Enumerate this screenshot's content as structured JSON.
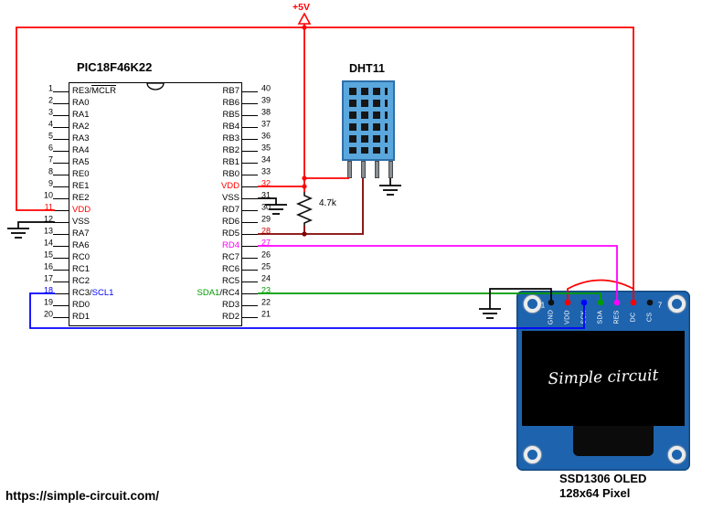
{
  "site": {
    "url": "https://simple-circuit.com/"
  },
  "power": {
    "label": "+5V"
  },
  "resistor": {
    "label": "4.7k"
  },
  "ic": {
    "title": "PIC18F46K22",
    "left_pins": [
      {
        "num": "1",
        "label": "RE3/",
        "overline": "MCLR"
      },
      {
        "num": "2",
        "label": "RA0"
      },
      {
        "num": "3",
        "label": "RA1"
      },
      {
        "num": "4",
        "label": "RA2"
      },
      {
        "num": "5",
        "label": "RA3"
      },
      {
        "num": "6",
        "label": "RA4"
      },
      {
        "num": "7",
        "label": "RA5"
      },
      {
        "num": "8",
        "label": "RE0"
      },
      {
        "num": "9",
        "label": "RE1"
      },
      {
        "num": "10",
        "label": "RE2"
      },
      {
        "num": "11",
        "label": "VDD"
      },
      {
        "num": "12",
        "label": "VSS"
      },
      {
        "num": "13",
        "label": "RA7"
      },
      {
        "num": "14",
        "label": "RA6"
      },
      {
        "num": "15",
        "label": "RC0"
      },
      {
        "num": "16",
        "label": "RC1"
      },
      {
        "num": "17",
        "label": "RC2"
      },
      {
        "num": "18",
        "label": "RC3/",
        "accent": "SCL1"
      },
      {
        "num": "19",
        "label": "RD0"
      },
      {
        "num": "20",
        "label": "RD1"
      }
    ],
    "right_pins": [
      {
        "num": "40",
        "label": "RB7"
      },
      {
        "num": "39",
        "label": "RB6"
      },
      {
        "num": "38",
        "label": "RB5"
      },
      {
        "num": "37",
        "label": "RB4"
      },
      {
        "num": "36",
        "label": "RB3"
      },
      {
        "num": "35",
        "label": "RB2"
      },
      {
        "num": "34",
        "label": "RB1"
      },
      {
        "num": "33",
        "label": "RB0"
      },
      {
        "num": "32",
        "label": "VDD"
      },
      {
        "num": "31",
        "label": "VSS"
      },
      {
        "num": "30",
        "label": "RD7"
      },
      {
        "num": "29",
        "label": "RD6"
      },
      {
        "num": "28",
        "label": "RD5"
      },
      {
        "num": "27",
        "label": "RD4"
      },
      {
        "num": "26",
        "label": "RC7"
      },
      {
        "num": "25",
        "label": "RC6"
      },
      {
        "num": "24",
        "label": "RC5"
      },
      {
        "num": "23",
        "accent": "SDA1",
        "label": "/RC4"
      },
      {
        "num": "22",
        "label": "RD3"
      },
      {
        "num": "21",
        "label": "RD2"
      }
    ]
  },
  "dht11": {
    "title": "DHT11"
  },
  "oled": {
    "title": "SSD1306 OLED",
    "subtitle": "128x64 Pixel",
    "screen_text": "Simple circuit",
    "pin_first": "1",
    "pin_last": "7",
    "pins": [
      "GND",
      "VDD",
      "SCK",
      "SDA",
      "RES",
      "DC",
      "CS"
    ]
  },
  "colors": {
    "wire_red": "#ff0000",
    "wire_dark_red": "#800000",
    "wire_magenta": "#ff00ff",
    "wire_green": "#009b00",
    "wire_blue": "#0000ff"
  }
}
